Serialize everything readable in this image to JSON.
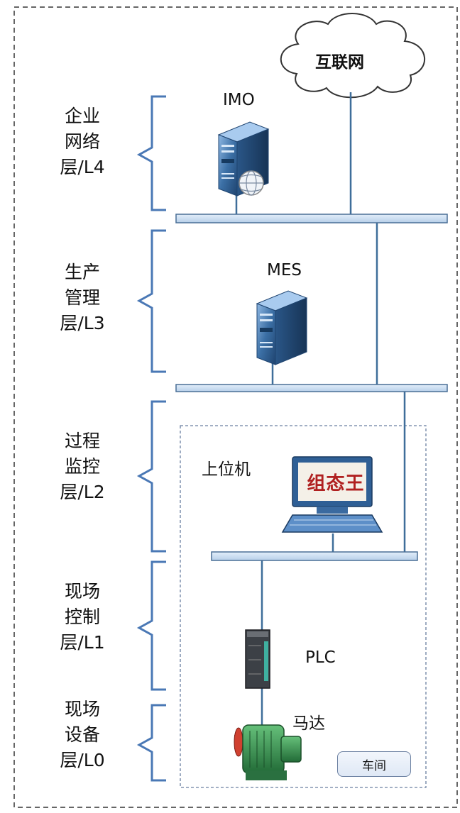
{
  "layers": [
    {
      "lines": [
        "企业",
        "网络",
        "层/L4"
      ]
    },
    {
      "lines": [
        "生产",
        "管理",
        "层/L3"
      ]
    },
    {
      "lines": [
        "过程",
        "监控",
        "层/L2"
      ]
    },
    {
      "lines": [
        "现场",
        "控制",
        "层/L1"
      ]
    },
    {
      "lines": [
        "现场",
        "设备",
        "层/L0"
      ]
    }
  ],
  "nodes": {
    "internet": "互联网",
    "imo": "IMO",
    "mes": "MES",
    "host": "上位机",
    "scada_software": "组态王",
    "plc": "PLC",
    "motor": "马达"
  },
  "workshop": {
    "label": "车间"
  },
  "colors": {
    "bus_fill": "#cfe0f3",
    "bus_stroke": "#4a6f96",
    "line": "#3f6e9a",
    "bracket": "#4a78b5",
    "server_blue": "#3b6fa5",
    "motor_green": "#2f8f4a"
  }
}
